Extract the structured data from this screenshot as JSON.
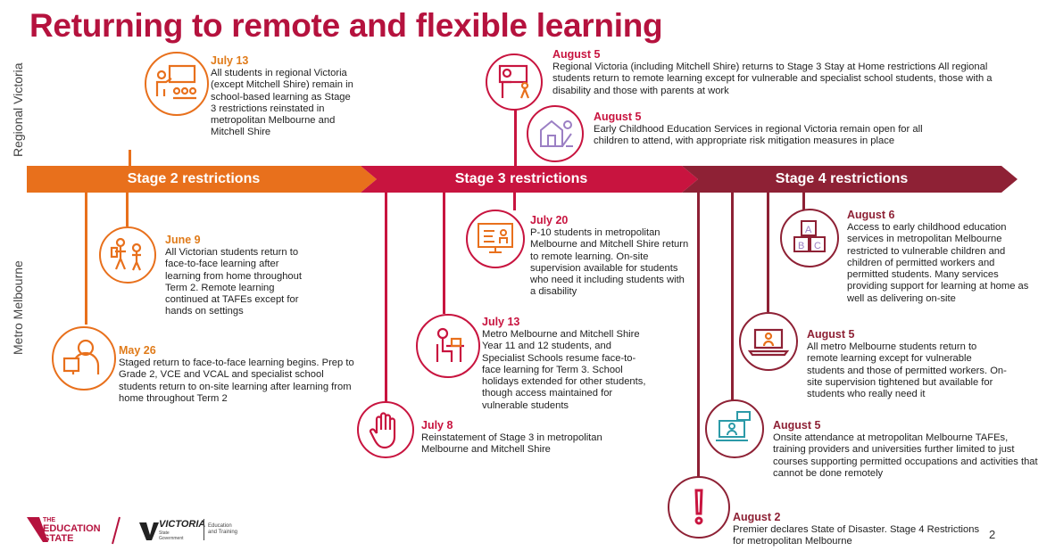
{
  "title": "Returning to remote and flexible learning",
  "side_labels": {
    "regional": "Regional Victoria",
    "metro": "Metro Melbourne"
  },
  "colors": {
    "stage2": "#e8701c",
    "stage3": "#c8143f",
    "stage4": "#8e2135",
    "title": "#b5123e"
  },
  "bands": [
    {
      "label": "Stage 2 restrictions"
    },
    {
      "label": "Stage 3 restrictions"
    },
    {
      "label": "Stage 4 restrictions"
    }
  ],
  "events": [
    {
      "date": "July 13",
      "text": "All students in regional Victoria (except Mitchell Shire) remain in school-based learning as Stage 3 restrictions reinstated in metropolitan Melbourne and Mitchell Shire",
      "icon": "teacher-presentation-icon"
    },
    {
      "date": "August 5",
      "text": "Regional Victoria (including Mitchell Shire) returns to Stage 3 Stay at Home restrictions All regional students return to remote learning except for vulnerable and specialist school students, those with a disability and those with parents at work",
      "icon": "teacher-board-icon"
    },
    {
      "date": "August 5",
      "text": "Early Childhood Education Services in regional Victoria remain open for all children to attend, with appropriate risk mitigation measures in place",
      "icon": "childcare-building-icon"
    },
    {
      "date": "June 9",
      "text": "All Victorian students return to face-to-face learning after learning from home throughout Term 2. Remote learning continued at TAFEs except for hands on settings",
      "icon": "walking-students-icon"
    },
    {
      "date": "May 26",
      "text": "Staged return to face-to-face learning begins. Prep to Grade 2, VCE and VCAL and specialist school students return to on-site learning after learning from home throughout Term 2",
      "icon": "student-laptop-icon"
    },
    {
      "date": "July 20",
      "text": "P-10 students in metropolitan Melbourne and Mitchell Shire return to remote learning. On-site supervision available for students who need it including students with a disability",
      "icon": "online-class-monitor-icon"
    },
    {
      "date": "July 13",
      "text": "Metro Melbourne and Mitchell Shire Year 11 and 12 students, and Specialist Schools resume face-to-face learning for Term 3. School holidays extended for other students, though access maintained for vulnerable students",
      "icon": "student-desk-icon"
    },
    {
      "date": "July 8",
      "text": "Reinstatement of Stage 3 in metropolitan Melbourne and Mitchell Shire",
      "icon": "raised-hand-icon"
    },
    {
      "date": "August 6",
      "text": "Access to early childhood education services in metropolitan Melbourne restricted to vulnerable children and children of permitted workers and permitted students. Many services providing support for learning at home as well as delivering on-site",
      "icon": "abc-blocks-icon"
    },
    {
      "date": "August 5",
      "text": "All metro Melbourne students return to remote learning except for vulnerable students and those of permitted workers. On-site supervision tightened but available for students who really need it",
      "icon": "laptop-user-icon"
    },
    {
      "date": "August 5",
      "text": "Onsite attendance at metropolitan Melbourne TAFEs, training providers and universities further limited to just courses supporting permitted occupations and activities that cannot be done remotely",
      "icon": "video-chat-icon"
    },
    {
      "date": "August 2",
      "text": "Premier declares State of Disaster. Stage 4 Restrictions for metropolitan Melbourne",
      "icon": "exclamation-icon"
    }
  ],
  "footer": {
    "logo1_line1": "THE",
    "logo1_line2": "EDUCATION",
    "logo1_line3": "STATE",
    "logo2_main": "VICTORIA",
    "logo2_sub1": "State",
    "logo2_sub2": "Government",
    "logo2_dept1": "Education",
    "logo2_dept2": "and Training",
    "page": "2"
  }
}
